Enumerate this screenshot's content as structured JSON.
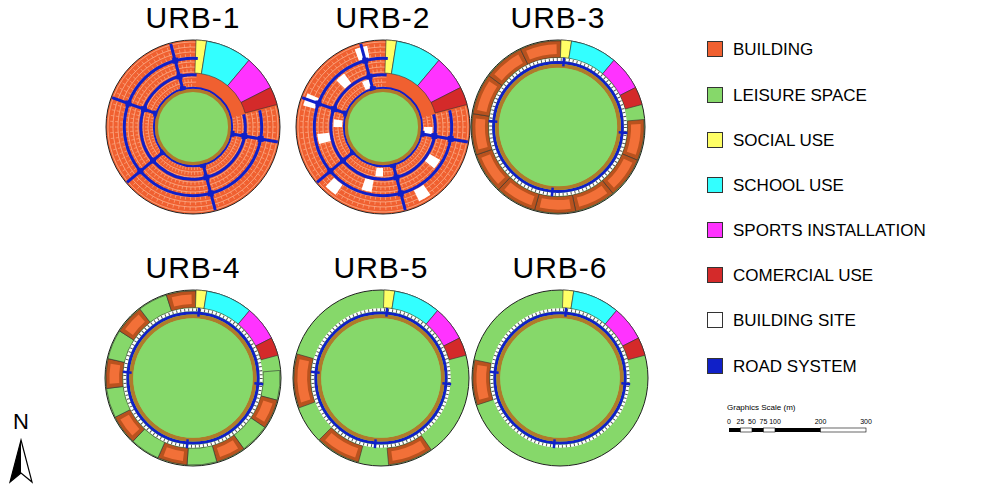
{
  "diagram": {
    "nodes": [
      {
        "text": [
          "URB-1"
        ]
      },
      {
        "text": [
          "URB-2"
        ]
      },
      {
        "text": [
          "URB-3"
        ]
      },
      {
        "text": [
          "URB-4"
        ]
      },
      {
        "text": [
          "URB-5"
        ]
      },
      {
        "text": [
          "URB-6"
        ]
      }
    ],
    "labels": [
      "N",
      "Graphics Scale (m)",
      "0",
      "25",
      "50",
      "75",
      "100",
      "200",
      "300"
    ],
    "legend": [
      {
        "text": "BUILDING",
        "color": "#f06030"
      },
      {
        "text": "LEISURE SPACE",
        "color": "#86d86a"
      },
      {
        "text": "SOCIAL USE",
        "color": "#ffff66"
      },
      {
        "text": "SCHOOL USE",
        "color": "#33ffff"
      },
      {
        "text": "SPORTS INSTALLATION",
        "color": "#ff33ff"
      },
      {
        "text": "COMERCIAL USE",
        "color": "#d42a2a"
      },
      {
        "text": "BUILDING SITE",
        "color": "#ffffff"
      },
      {
        "text": "ROAD SYSTEM",
        "color": "#1020c8"
      }
    ]
  }
}
